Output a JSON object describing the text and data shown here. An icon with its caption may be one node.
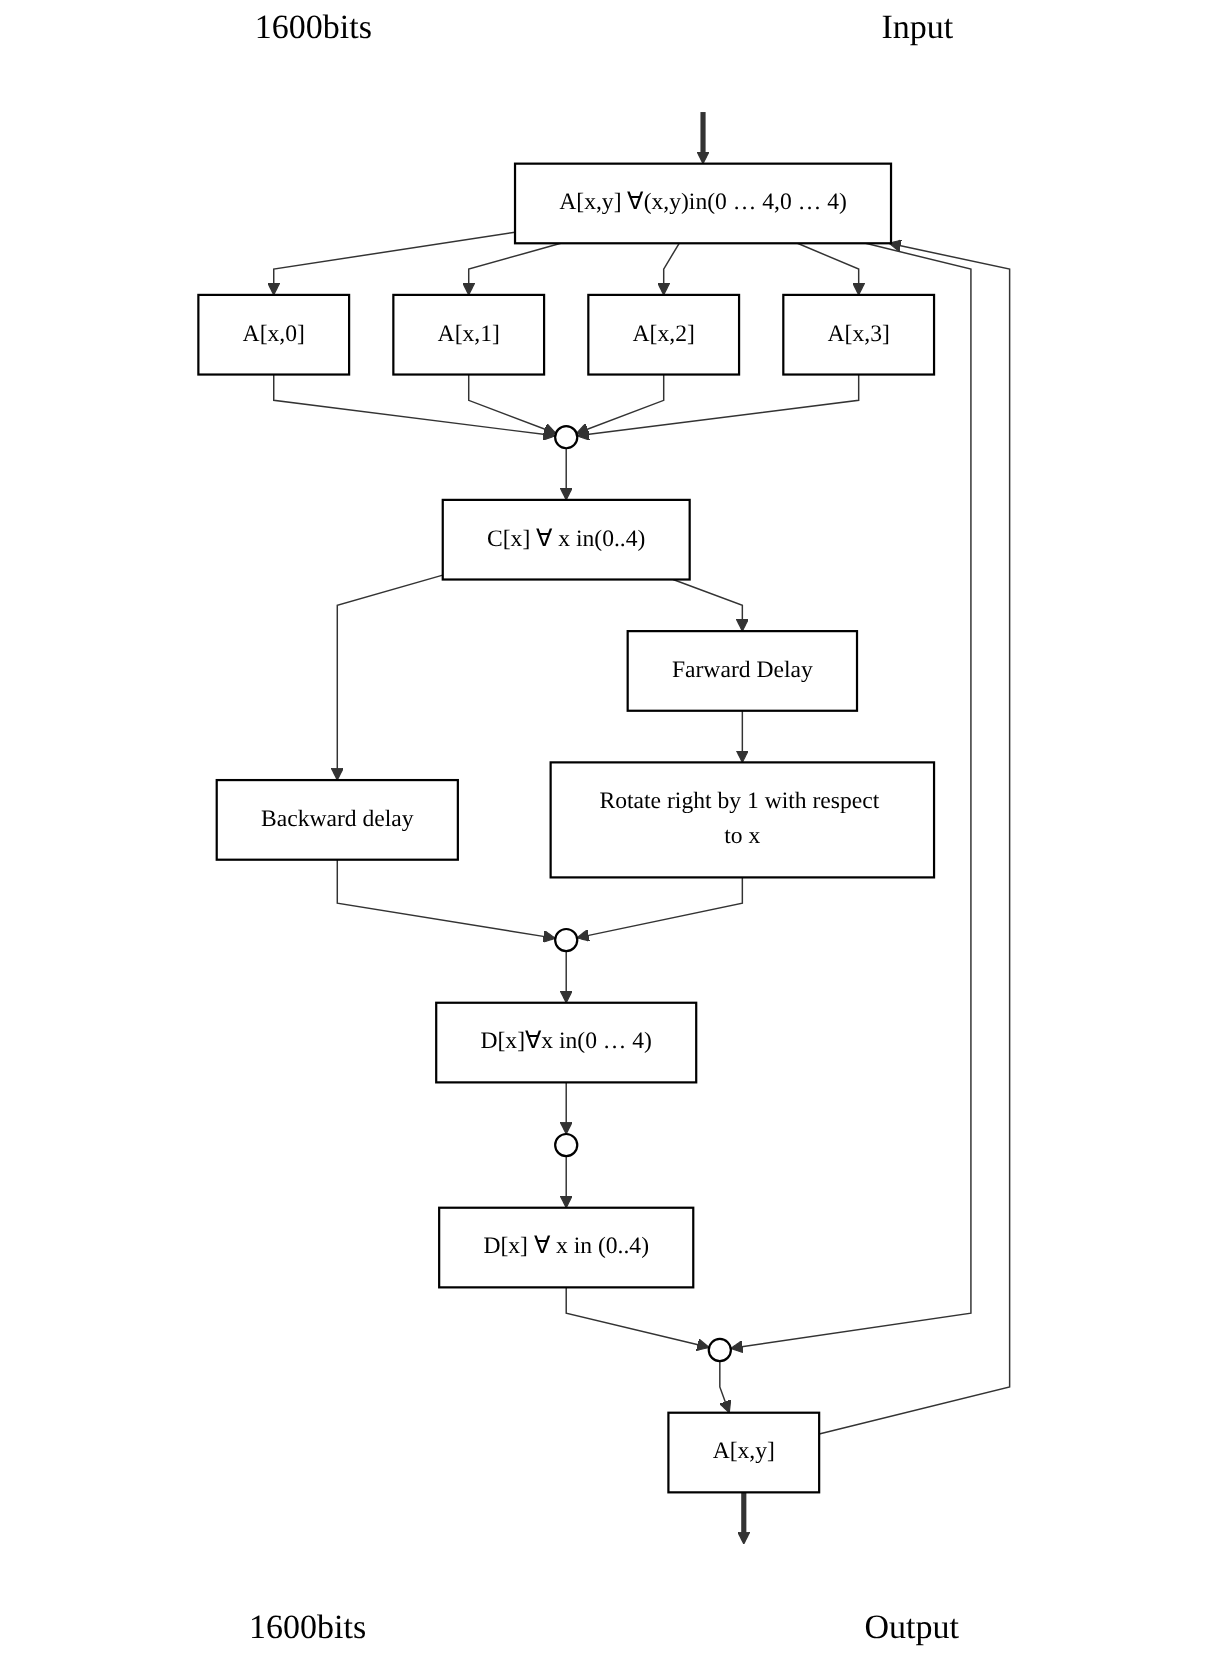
{
  "diagram": {
    "nodes": [
      {
        "text": [
          "A[x,y] ∀(x,y)in(0 … 4,0 … 4)"
        ]
      },
      {
        "text": [
          "A[x,0]"
        ]
      },
      {
        "text": [
          "A[x,1]"
        ]
      },
      {
        "text": [
          "A[x,2]"
        ]
      },
      {
        "text": [
          "A[x,3]"
        ]
      },
      {
        "text": [],
        "shape": "circle"
      },
      {
        "text": [
          "C[x] ∀ x in(0..4)"
        ]
      },
      {
        "text": [
          "Backward delay"
        ]
      },
      {
        "text": [
          "Farward Delay"
        ]
      },
      {
        "text": [
          "Rotate right by 1 with respect to x"
        ]
      },
      {
        "text": [],
        "shape": "circle"
      },
      {
        "text": [
          "D[x]∀x in(0 … 4)"
        ]
      },
      {
        "text": [],
        "shape": "circle"
      },
      {
        "text": [
          "D[x] ∀ x in (0..4)"
        ]
      },
      {
        "text": [],
        "shape": "circle"
      },
      {
        "text": [
          "A[x,y]"
        ]
      }
    ],
    "edges": [
      {
        "from": null,
        "to": 0,
        "arrow": "to",
        "style": "thick"
      },
      {
        "from": 0,
        "to": 1,
        "arrow": "to"
      },
      {
        "from": 0,
        "to": 2,
        "arrow": "to"
      },
      {
        "from": 0,
        "to": 3,
        "arrow": "to"
      },
      {
        "from": 0,
        "to": 4,
        "arrow": "to"
      },
      {
        "from": 1,
        "to": 5,
        "arrow": "to"
      },
      {
        "from": 2,
        "to": 5,
        "arrow": "to"
      },
      {
        "from": 3,
        "to": 5,
        "arrow": "to"
      },
      {
        "from": 4,
        "to": 5,
        "arrow": "to"
      },
      {
        "from": 5,
        "to": 6,
        "arrow": "to"
      },
      {
        "from": 6,
        "to": 7,
        "arrow": "to"
      },
      {
        "from": 6,
        "to": 8,
        "arrow": "to"
      },
      {
        "from": 8,
        "to": 9,
        "arrow": "to"
      },
      {
        "from": 7,
        "to": 10,
        "arrow": "to"
      },
      {
        "from": 9,
        "to": 10,
        "arrow": "to"
      },
      {
        "from": 10,
        "to": 11,
        "arrow": "to"
      },
      {
        "from": 11,
        "to": 12,
        "arrow": "to"
      },
      {
        "from": 12,
        "to": 13,
        "arrow": "to"
      },
      {
        "from": 13,
        "to": 14,
        "arrow": "to"
      },
      {
        "from": 0,
        "to": 14,
        "arrow": "to"
      },
      {
        "from": 14,
        "to": 15,
        "arrow": "to"
      },
      {
        "from": 15,
        "to": 0,
        "arrow": "to"
      },
      {
        "from": 15,
        "to": null,
        "arrow": "to",
        "style": "thick"
      }
    ],
    "labels": [
      "1600bits",
      "Input",
      "1600bits",
      "Output"
    ]
  }
}
